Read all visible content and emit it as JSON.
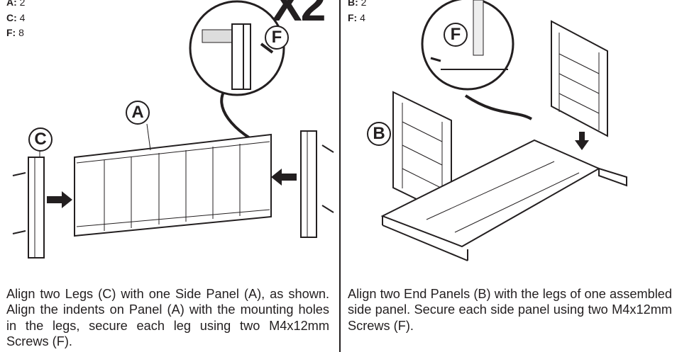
{
  "left": {
    "parts": [
      {
        "letter": "A:",
        "qty": "2"
      },
      {
        "letter": "C:",
        "qty": "4"
      },
      {
        "letter": "F:",
        "qty": "8"
      }
    ],
    "multiplier": "X2",
    "labels": {
      "a": "A",
      "c": "C",
      "f": "F"
    },
    "caption": "Align two Legs (C) with one Side Panel (A), as shown. Align the indents on Panel (A) with the mounting holes in the legs, secure each leg using two M4x12mm Screws (F)."
  },
  "right": {
    "parts": [
      {
        "letter": "B:",
        "qty": "2"
      },
      {
        "letter": "F:",
        "qty": "4"
      }
    ],
    "labels": {
      "b": "B",
      "f": "F"
    },
    "caption": "Align two End Panels (B) with the legs of one assembled side panel. Secure each side panel using two M4x12mm Screws (F)."
  }
}
